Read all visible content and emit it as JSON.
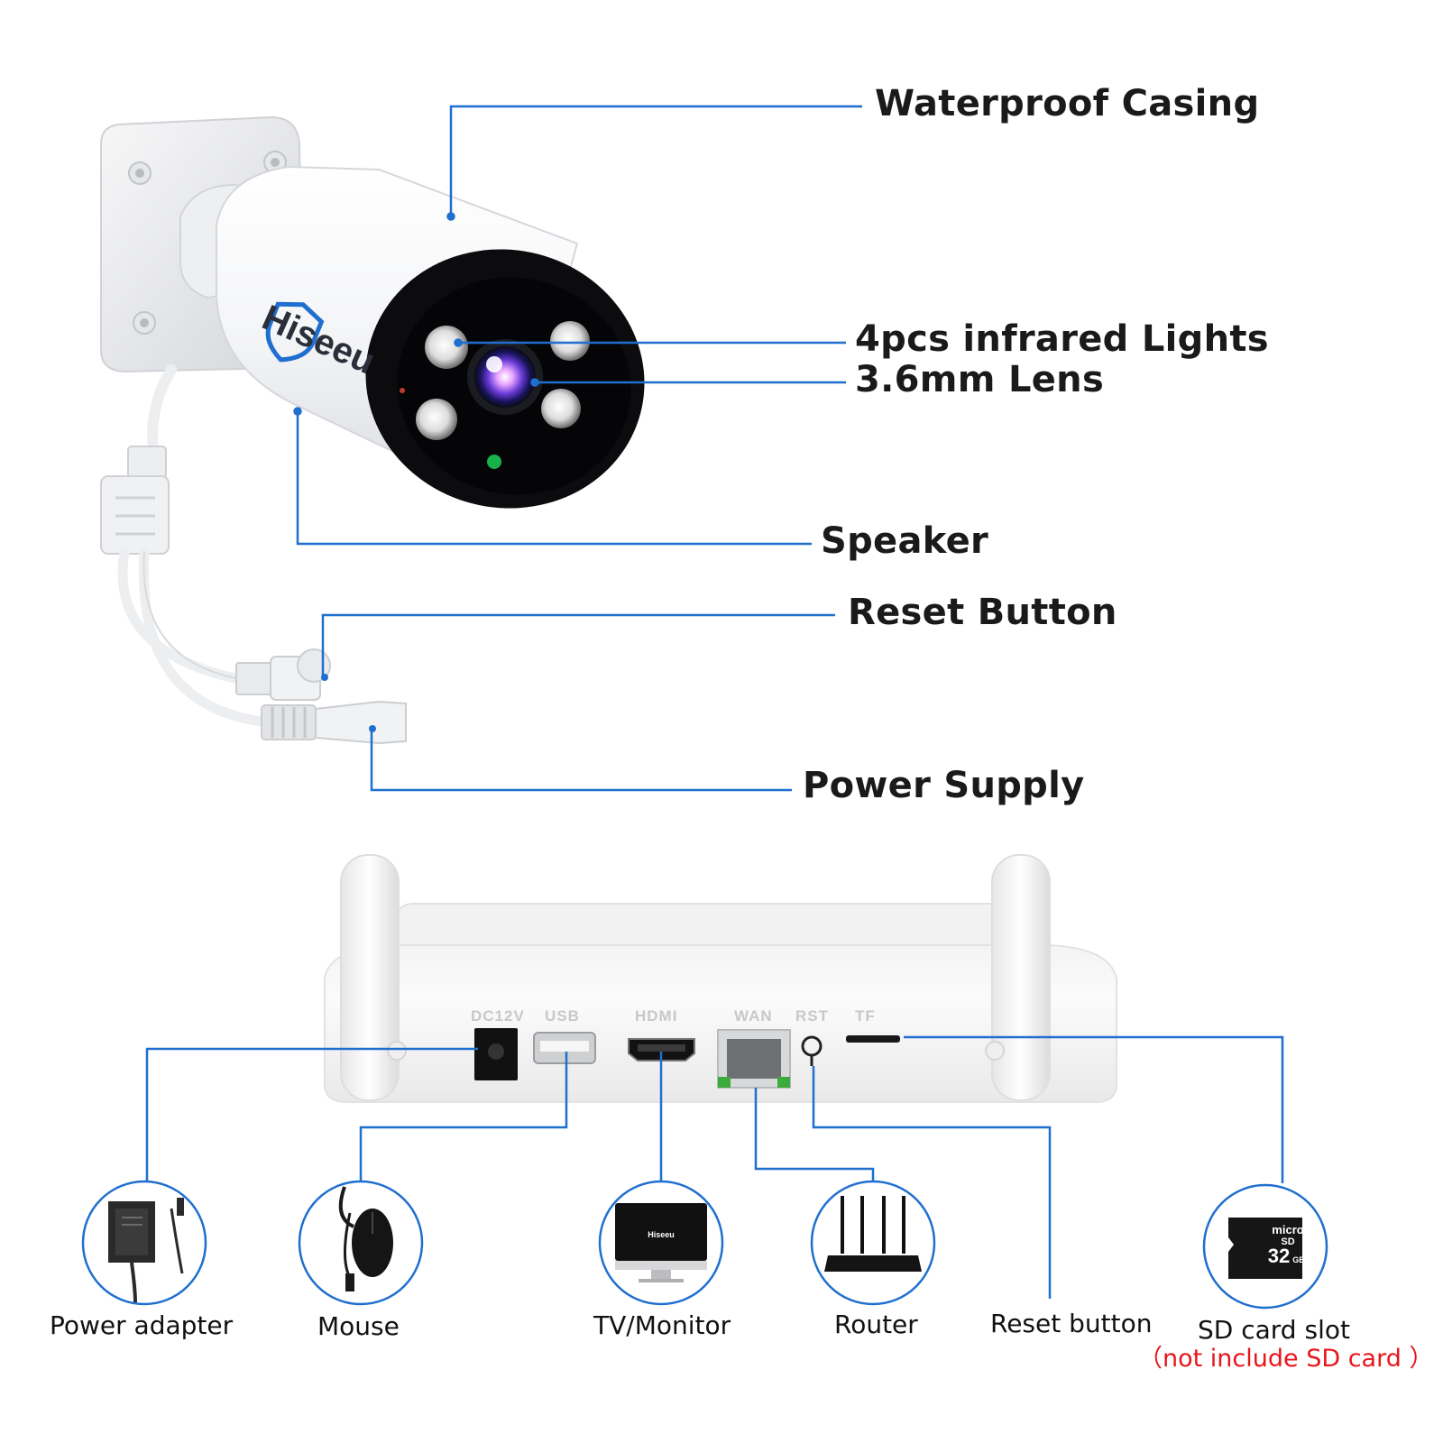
{
  "camera": {
    "brand": "Hiseeu",
    "callouts": {
      "waterproof_casing": "Waterproof Casing",
      "infrared_lights": "4pcs infrared Lights",
      "lens": "3.6mm Lens",
      "speaker": "Speaker",
      "reset_button": "Reset Button",
      "power_supply": "Power Supply"
    }
  },
  "nvr": {
    "ports": {
      "dc": "DC12V",
      "usb": "USB",
      "hdmi": "HDMI",
      "wan": "WAN",
      "rst": "RST",
      "tf": "TF"
    }
  },
  "accessories": {
    "power_adapter": "Power adapter",
    "mouse": "Mouse",
    "tv_monitor": "TV/Monitor",
    "router": "Router",
    "reset_button": "Reset button",
    "sd_card_slot": "SD card slot",
    "sd_note": "（not include SD card ）",
    "monitor_logo": "Hiseeu",
    "sd_capacity": "32",
    "sd_unit": "GB",
    "sd_micro": "micro",
    "sd_sd": "SD"
  },
  "colors": {
    "leader_line": "#1f6fcf",
    "note_red": "#e8151b"
  }
}
